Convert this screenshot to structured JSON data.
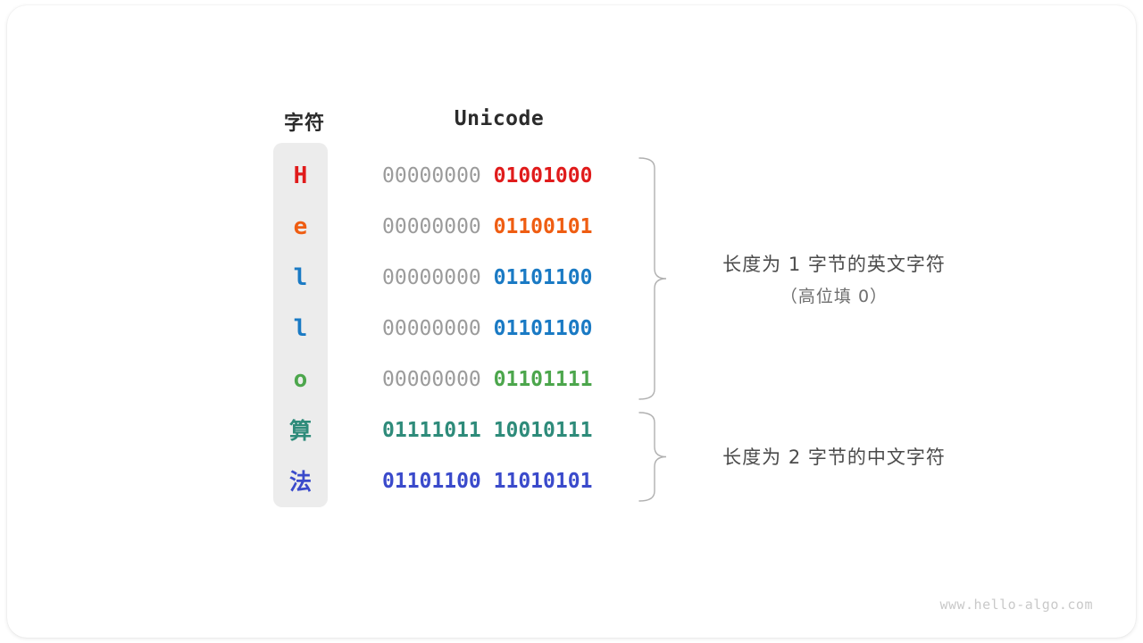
{
  "card": {
    "background": "#ffffff",
    "border_radius": 22
  },
  "headers": {
    "character": "字符",
    "unicode": "Unicode"
  },
  "colors": {
    "header_text": "#2b2b2b",
    "column_background": "#ececec",
    "high_byte_grey": "#9b9b9b",
    "note_text": "#4b4b4b",
    "note_subtext": "#6e6e6e",
    "brace_stroke": "#b0b0b0",
    "watermark": "#c9c9c9",
    "red": "#e01b1b",
    "orange": "#ef5d12",
    "blue": "#1a7ac4",
    "green": "#4ca64c",
    "teal": "#2e8b7a",
    "royal_blue": "#3a4acb"
  },
  "rows": [
    {
      "char": "H",
      "high_byte": "00000000",
      "low_byte": "01001000",
      "color": "#e01b1b",
      "cjk": false
    },
    {
      "char": "e",
      "high_byte": "00000000",
      "low_byte": "01100101",
      "color": "#ef5d12",
      "cjk": false
    },
    {
      "char": "l",
      "high_byte": "00000000",
      "low_byte": "01101100",
      "color": "#1a7ac4",
      "cjk": false
    },
    {
      "char": "l",
      "high_byte": "00000000",
      "low_byte": "01101100",
      "color": "#1a7ac4",
      "cjk": false
    },
    {
      "char": "o",
      "high_byte": "00000000",
      "low_byte": "01101111",
      "color": "#4ca64c",
      "cjk": false
    },
    {
      "char": "算",
      "high_byte": "01111011",
      "low_byte": "10010111",
      "color": "#2e8b7a",
      "cjk": true
    },
    {
      "char": "法",
      "high_byte": "01101100",
      "low_byte": "11010101",
      "color": "#3a4acb",
      "cjk": true
    }
  ],
  "groups": [
    {
      "id": "ascii-group",
      "line1": "长度为 1 字节的英文字符",
      "line2": "（高位填 0）",
      "row_start": 0,
      "row_end": 4
    },
    {
      "id": "cjk-group",
      "line1": "长度为 2 字节的中文字符",
      "line2": "",
      "row_start": 5,
      "row_end": 6
    }
  ],
  "watermark": "www.hello-algo.com"
}
